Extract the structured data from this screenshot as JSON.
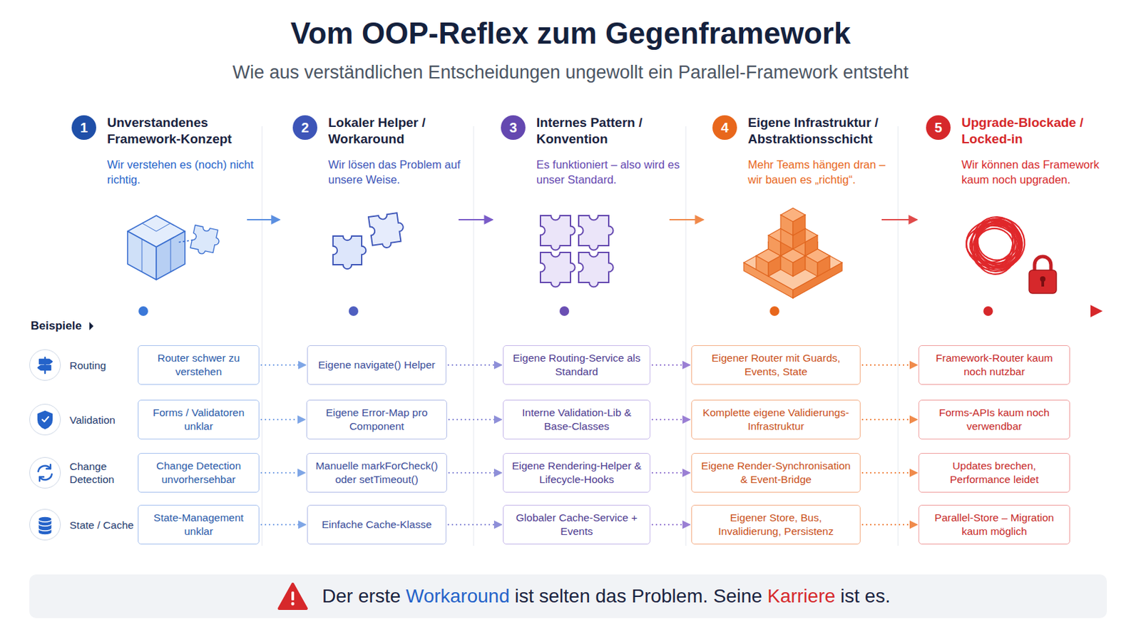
{
  "diagram": {
    "title": "Vom OOP-Reflex zum Gegenframework",
    "caption": "Wie aus verständlichen Entscheidungen ungewollt ein Parallel-Framework entsteht",
    "nodes": [
      {
        "text": [
          "1",
          "Unverstandenes Framework-Konzept",
          "Wir verstehen es (noch) nicht richtig."
        ]
      },
      {
        "text": [
          "2",
          "Lokaler Helper / Workaround",
          "Wir lösen das Problem auf unsere Weise."
        ]
      },
      {
        "text": [
          "3",
          "Internes Pattern / Konvention",
          "Es funktioniert – also wird es unser Standard."
        ]
      },
      {
        "text": [
          "4",
          "Eigene Infrastruktur / Abstraktionsschicht",
          "Mehr Teams hängen dran – wir bauen es „richtig“."
        ]
      },
      {
        "text": [
          "5",
          "Upgrade-Blockade / Locked-in",
          "Wir können das Framework kaum noch upgraden."
        ]
      },
      {
        "text": [
          "Routing"
        ]
      },
      {
        "text": [
          "Router schwer zu verstehen"
        ]
      },
      {
        "text": [
          "Eigene navigate() Helper"
        ]
      },
      {
        "text": [
          "Eigene Routing-Service als Standard"
        ]
      },
      {
        "text": [
          "Eigener Router mit Guards, Events, State"
        ]
      },
      {
        "text": [
          "Framework-Router kaum noch nutzbar"
        ]
      },
      {
        "text": [
          "Validation"
        ]
      },
      {
        "text": [
          "Forms / Validatoren unklar"
        ]
      },
      {
        "text": [
          "Eigene Error-Map pro Component"
        ]
      },
      {
        "text": [
          "Interne Validation-Lib & Base-Classes"
        ]
      },
      {
        "text": [
          "Komplette eigene Validierungs-Infrastruktur"
        ]
      },
      {
        "text": [
          "Forms-APIs kaum noch verwendbar"
        ]
      },
      {
        "text": [
          "Change Detection"
        ]
      },
      {
        "text": [
          "Change Detection unvorhersehbar"
        ]
      },
      {
        "text": [
          "Manuelle markForCheck() oder setTimeout()"
        ]
      },
      {
        "text": [
          "Eigene Rendering-Helper & Lifecycle-Hooks"
        ]
      },
      {
        "text": [
          "Eigene Render-Synchronisation & Event-Bridge"
        ]
      },
      {
        "text": [
          "Updates brechen, Performance leidet"
        ]
      },
      {
        "text": [
          "State / Cache"
        ]
      },
      {
        "text": [
          "State-Management unklar"
        ]
      },
      {
        "text": [
          "Einfache Cache-Klasse"
        ]
      },
      {
        "text": [
          "Globaler Cache-Service + Events"
        ]
      },
      {
        "text": [
          "Eigener Store, Bus, Invalidierung, Persistenz"
        ]
      },
      {
        "text": [
          "Parallel-Store – Migration kaum möglich"
        ]
      },
      {
        "text": [
          "Der erste",
          "Workaround",
          "ist selten das Problem. Seine",
          "Karriere",
          "ist es."
        ]
      }
    ],
    "edges": [
      {
        "from": 6,
        "to": 7,
        "arrow": "to"
      },
      {
        "from": 7,
        "to": 8,
        "arrow": "to"
      },
      {
        "from": 8,
        "to": 9,
        "arrow": "to"
      },
      {
        "from": 9,
        "to": 10,
        "arrow": "to"
      },
      {
        "from": 12,
        "to": 13,
        "arrow": "to"
      },
      {
        "from": 13,
        "to": 14,
        "arrow": "to"
      },
      {
        "from": 14,
        "to": 15,
        "arrow": "to"
      },
      {
        "from": 15,
        "to": 16,
        "arrow": "to"
      },
      {
        "from": 18,
        "to": 19,
        "arrow": "to"
      },
      {
        "from": 19,
        "to": 20,
        "arrow": "to"
      },
      {
        "from": 20,
        "to": 21,
        "arrow": "to"
      },
      {
        "from": 21,
        "to": 22,
        "arrow": "to"
      },
      {
        "from": 24,
        "to": 25,
        "arrow": "to"
      },
      {
        "from": 25,
        "to": 26,
        "arrow": "to"
      },
      {
        "from": 26,
        "to": 27,
        "arrow": "to"
      },
      {
        "from": 27,
        "to": 28,
        "arrow": "to"
      }
    ],
    "labels": [
      "Beispiele"
    ]
  }
}
